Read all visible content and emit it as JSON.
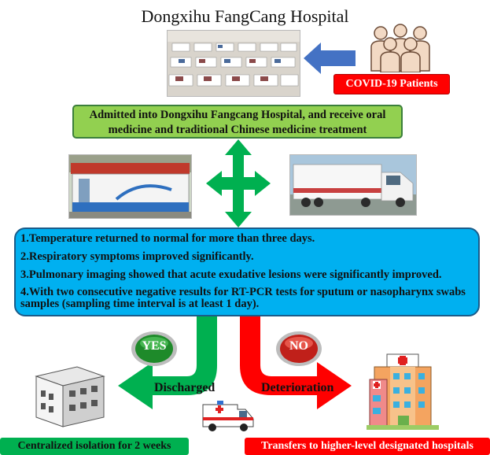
{
  "title": "Dongxihu FangCang Hospital",
  "covid_label": "COVID-19 Patients",
  "admission_text": "Admitted into Dongxihu Fangcang Hospital, and receive oral medicine and traditional Chinese medicine treatment",
  "criteria": [
    "1.Temperature returned to normal for more than three days.",
    "2.Respiratory symptoms improved significantly.",
    "3.Pulmonary imaging showed that acute exudative lesions were significantly improved.",
    "4.With two consecutive negative results for RT-PCR tests for sputum or nasopharynx swabs samples (sampling time interval is at least 1 day)."
  ],
  "yes_label": "YES",
  "no_label": "NO",
  "discharged_label": "Discharged",
  "deterioration_label": "Deterioration",
  "isolation_text": "Centralized isolation for 2 weeks",
  "transfer_text": "Transfers to higher-level designated hospitals",
  "colors": {
    "green_box": "#92d050",
    "blue_box": "#00b0f0",
    "green_arrow": "#00b050",
    "red": "#ff0000",
    "blue_arrow": "#4472c4"
  }
}
